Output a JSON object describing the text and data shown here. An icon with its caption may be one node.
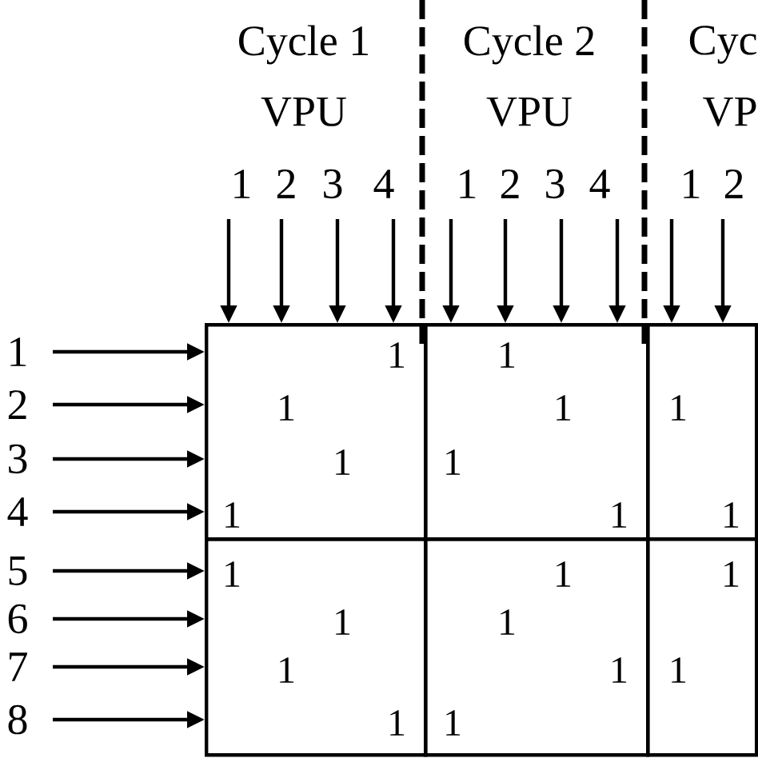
{
  "diagram": {
    "nodes": [
      {
        "text": [
          "1",
          "1",
          "1",
          "1"
        ]
      },
      {
        "text": [
          "1",
          "1",
          "1",
          "1"
        ]
      },
      {
        "text": [
          "1",
          "1"
        ]
      },
      {
        "text": [
          "1",
          "1",
          "1",
          "1"
        ]
      },
      {
        "text": [
          "1",
          "1",
          "1",
          "1"
        ]
      },
      {
        "text": [
          "1",
          "1"
        ]
      }
    ],
    "edges": [
      {
        "from": null,
        "to": 0,
        "arrow": "to"
      },
      {
        "from": null,
        "to": 0,
        "arrow": "to"
      },
      {
        "from": null,
        "to": 0,
        "arrow": "to"
      },
      {
        "from": null,
        "to": 0,
        "arrow": "to"
      },
      {
        "from": null,
        "to": 1,
        "arrow": "to"
      },
      {
        "from": null,
        "to": 1,
        "arrow": "to"
      },
      {
        "from": null,
        "to": 1,
        "arrow": "to"
      },
      {
        "from": null,
        "to": 1,
        "arrow": "to"
      },
      {
        "from": null,
        "to": 2,
        "arrow": "to"
      },
      {
        "from": null,
        "to": 2,
        "arrow": "to"
      },
      {
        "from": null,
        "to": 0,
        "arrow": "to"
      },
      {
        "from": null,
        "to": 0,
        "arrow": "to"
      },
      {
        "from": null,
        "to": 0,
        "arrow": "to"
      },
      {
        "from": null,
        "to": 0,
        "arrow": "to"
      },
      {
        "from": null,
        "to": 3,
        "arrow": "to"
      },
      {
        "from": null,
        "to": 3,
        "arrow": "to"
      },
      {
        "from": null,
        "to": 3,
        "arrow": "to"
      },
      {
        "from": null,
        "to": 3,
        "arrow": "to"
      }
    ],
    "labels": [
      "Cycle 1",
      "Cycle 2",
      "Cyc",
      "VPU",
      "VPU",
      "VP",
      "1",
      "2",
      "3",
      "4",
      "1",
      "2",
      "3",
      "4",
      "1",
      "2",
      "1",
      "2",
      "3",
      "4",
      "5",
      "6",
      "7",
      "8"
    ]
  }
}
